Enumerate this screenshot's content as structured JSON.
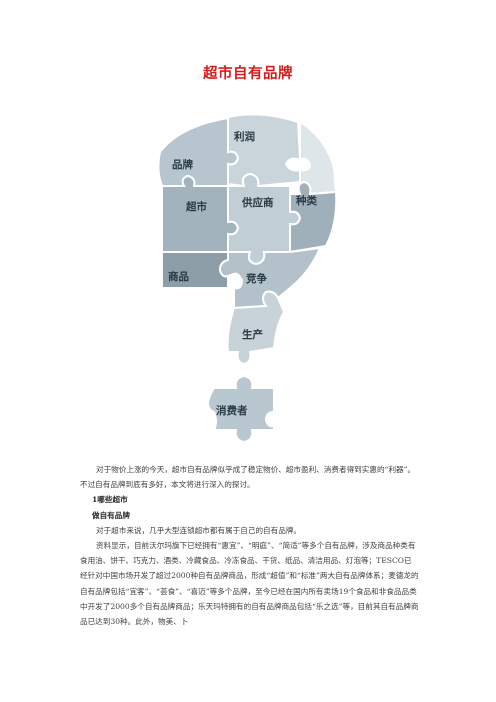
{
  "title": "超市自有品牌",
  "figure": {
    "pieces": [
      "利润",
      "品牌",
      "超市",
      "供应商",
      "种类",
      "商品",
      "竞争",
      "生产",
      "消费者"
    ],
    "colors": {
      "light": "#c7d2d9",
      "mid": "#a9b8c2",
      "dark": "#8e9ea9",
      "text": "#2a3a44"
    }
  },
  "paragraphs": {
    "intro": "对于物价上涨的今天，超市自有品牌似乎成了稳定物价、超市盈利、消费者得到实惠的“利器”。不过自有品牌到底有多好，本文将进行深入的探讨。",
    "h1": "1哪些超市",
    "h2": "做自有品牌",
    "p1": "对于超市来说，几乎大型连锁超市都有属于自己的自有品牌。",
    "p2": "资料显示，目前沃尔玛旗下已经拥有“惠宜”、“明庭”、“简适”等多个自有品牌，涉及商品种类有食用油、饼干、巧克力、酒类、冷藏食品、冷冻食品、干货、纸品、清洁用品、灯泡等；TESCO已经针对中国市场开发了超过2000种自有品牌商品，形成“超值”和“标准”两大自有品牌体系；麦德龙的自有品牌包括“宜客”、“荟食”、“喜迈”等多个品牌，至今已经在国内所有卖场19个食品和非食品品类中开发了2000多个自有品牌商品；乐天玛特拥有的自有品牌商品包括“乐之选”等，目前其自有品牌商品已达到30种。此外，物美、卜"
  }
}
